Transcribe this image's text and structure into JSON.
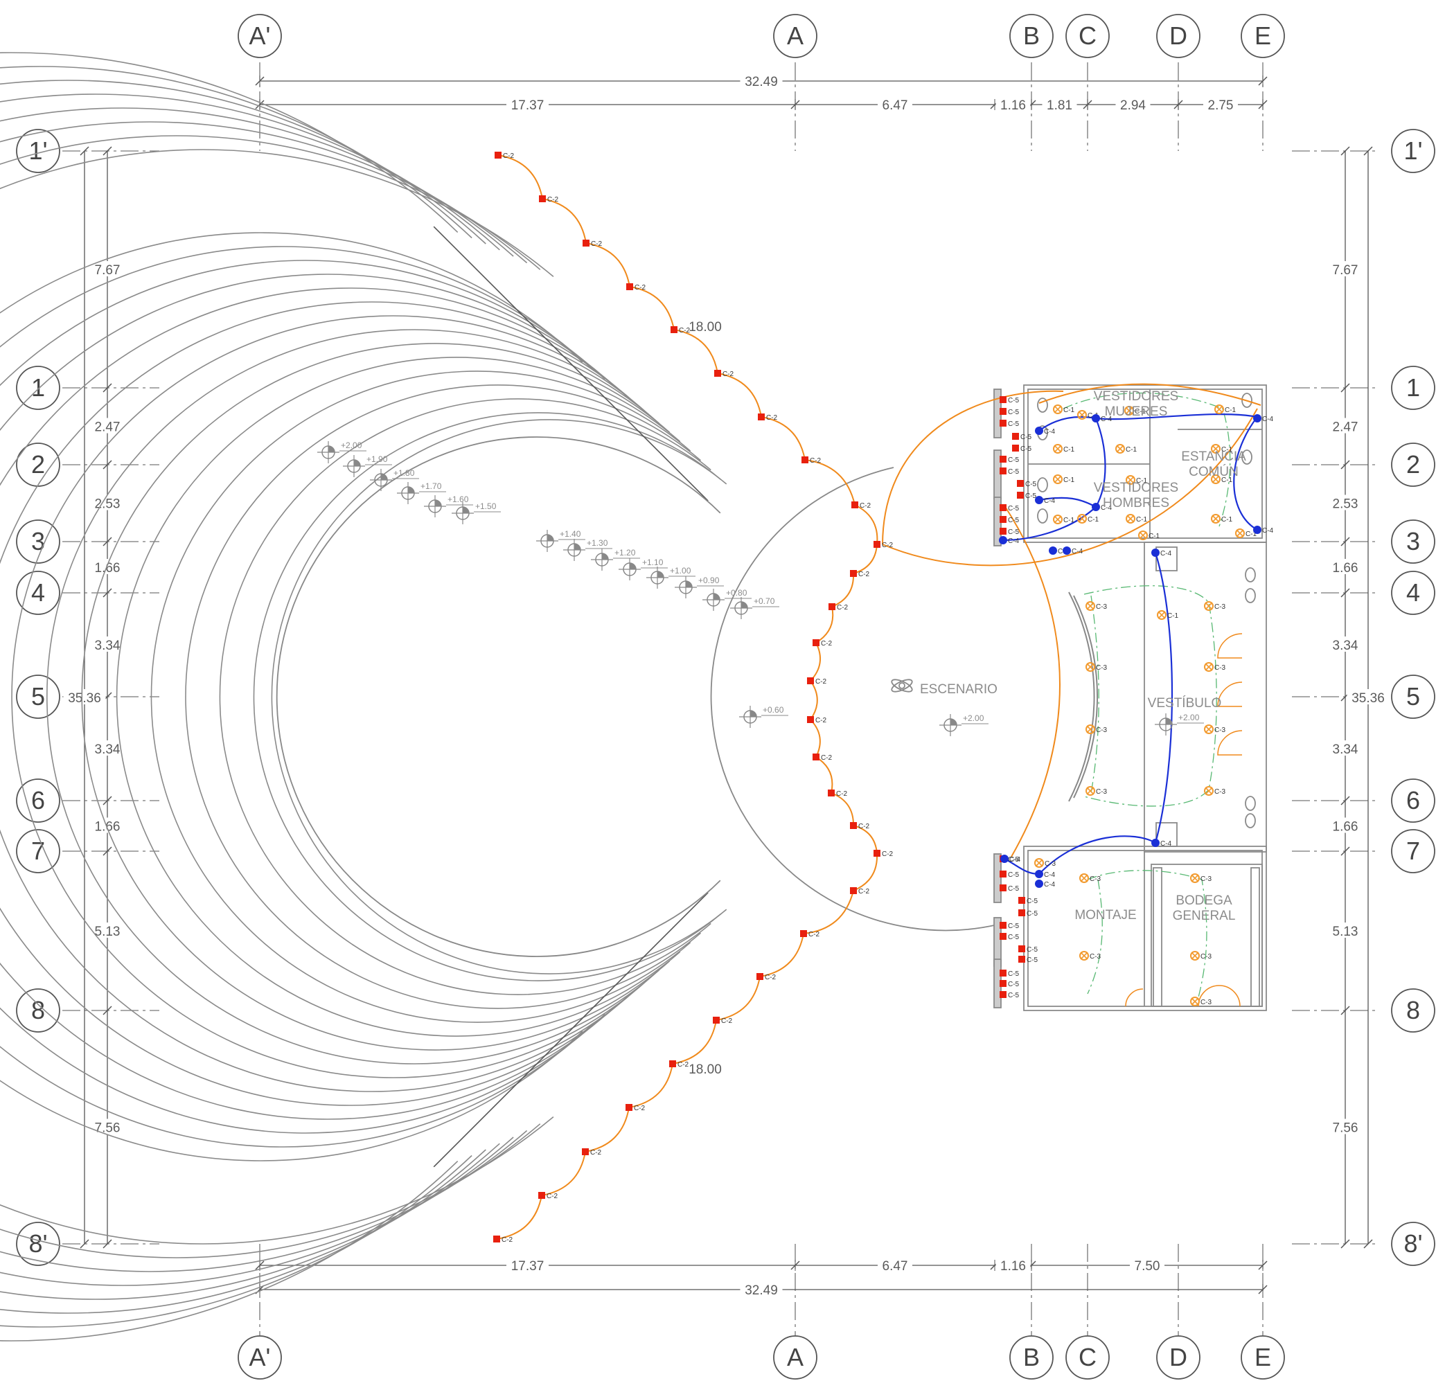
{
  "colors": {
    "line": "#888888",
    "dim": "#555555",
    "circuit_orange": "#f08a1c",
    "circuit_blue": "#1a2fd6",
    "outlet_red": "#e8200e",
    "light_orange": "#f29a2e",
    "green_dash": "#57b872"
  },
  "axes_x": [
    {
      "id": "ax-Ap",
      "label": "A'"
    },
    {
      "id": "ax-A",
      "label": "A"
    },
    {
      "id": "ax-B",
      "label": "B"
    },
    {
      "id": "ax-C",
      "label": "C"
    },
    {
      "id": "ax-D",
      "label": "D"
    },
    {
      "id": "ax-E",
      "label": "E"
    }
  ],
  "axes_y": [
    {
      "id": "ax-1p",
      "label": "1'"
    },
    {
      "id": "ax-1",
      "label": "1"
    },
    {
      "id": "ax-2",
      "label": "2"
    },
    {
      "id": "ax-3",
      "label": "3"
    },
    {
      "id": "ax-4",
      "label": "4"
    },
    {
      "id": "ax-5",
      "label": "5"
    },
    {
      "id": "ax-6",
      "label": "6"
    },
    {
      "id": "ax-7",
      "label": "7"
    },
    {
      "id": "ax-8",
      "label": "8"
    },
    {
      "id": "ax-8p",
      "label": "8'"
    }
  ],
  "dims_top": {
    "total": "32.49",
    "segments": [
      "17.37",
      "6.47",
      "1.16",
      "1.81",
      "2.94",
      "2.75"
    ]
  },
  "dims_bottom": {
    "total": "32.49",
    "segments": [
      "17.37",
      "6.47",
      "1.16",
      "7.50"
    ]
  },
  "dims_side": {
    "total": "35.36",
    "segments": [
      "7.67",
      "2.47",
      "2.53",
      "1.66",
      "3.34",
      "3.34",
      "1.66",
      "5.13",
      "7.56"
    ]
  },
  "radius_labels": [
    "18.00",
    "18.00"
  ],
  "rooms": {
    "escenario": "ESCENARIO",
    "vestidores_mujeres": [
      "VESTIDORES",
      "MUJERES"
    ],
    "vestidores_hombres": [
      "VESTIDORES",
      "HOMBRES"
    ],
    "estancia": [
      "ESTANCIA",
      "COMÚN"
    ],
    "vestibulo": "VESTÍBULO",
    "montaje": "MONTAJE",
    "bodega": [
      "BODEGA",
      "GENERAL"
    ]
  },
  "levels_upper": [
    "+2.00",
    "+1.90",
    "+1.80",
    "+1.70",
    "+1.60",
    "+1.50"
  ],
  "levels_lower": [
    "+1.40",
    "+1.30",
    "+1.20",
    "+1.10",
    "+1.00",
    "+0.90",
    "+0.80",
    "+0.70"
  ],
  "level_seating_front": "+0.60",
  "level_stage": "+2.00",
  "level_vestibulo": "+2.00",
  "circuits": {
    "c1": "C-1",
    "c2": "C-2",
    "c3": "C-3",
    "c4": "C-4",
    "c5": "C-5"
  }
}
